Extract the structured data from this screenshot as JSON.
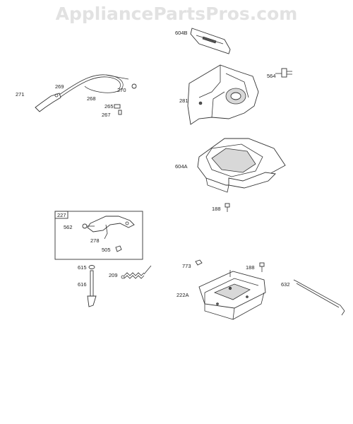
{
  "watermark": "AppliancePartsPros.com",
  "colors": {
    "watermark": "#e2e2e2",
    "lines": "#333333",
    "background": "#ffffff"
  },
  "labels": {
    "p604b": "604B",
    "p564": "564",
    "p281": "281",
    "p271": "271",
    "p269": "269",
    "p268": "268",
    "p270": "270",
    "p265": "265",
    "p267": "267",
    "p604a": "604A",
    "p188a": "188",
    "p227": "227",
    "p562": "562",
    "p278": "278",
    "p505": "505",
    "p615": "615",
    "p616": "616",
    "p209": "209",
    "p773": "773",
    "p188b": "188",
    "p222a": "222A",
    "p632": "632"
  }
}
